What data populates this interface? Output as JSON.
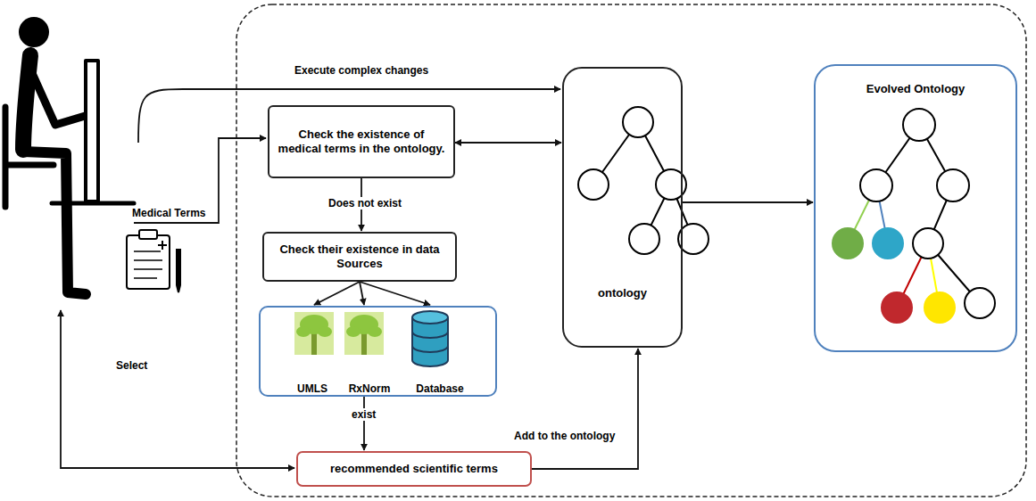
{
  "diagram": {
    "nodes": [
      {
        "text": [
          "Check the existence of medical terms in the ontology."
        ]
      },
      {
        "text": [
          "Check their existence in data Sources"
        ]
      },
      {
        "text": [
          "UMLS",
          "RxNorm",
          "Database"
        ]
      },
      {
        "text": [
          "recommended scientific terms"
        ]
      },
      {
        "text": [
          "ontology"
        ]
      },
      {
        "text": [
          "Evolved Ontology"
        ]
      }
    ],
    "edges": [
      {
        "from": 0,
        "to": 4,
        "arrow": "both"
      },
      {
        "from": 0,
        "to": 1,
        "label": "Does not exist",
        "arrow": "to"
      },
      {
        "from": 1,
        "to": 2,
        "arrow": "to"
      },
      {
        "from": 2,
        "to": 3,
        "label": "exist",
        "arrow": "to"
      },
      {
        "from": 3,
        "to": 4,
        "label": "Add to the ontology",
        "arrow": "to"
      },
      {
        "from": 4,
        "to": 5,
        "arrow": "to"
      }
    ],
    "labels": [
      "Execute complex changes",
      "Medical Terms",
      "Select"
    ]
  }
}
